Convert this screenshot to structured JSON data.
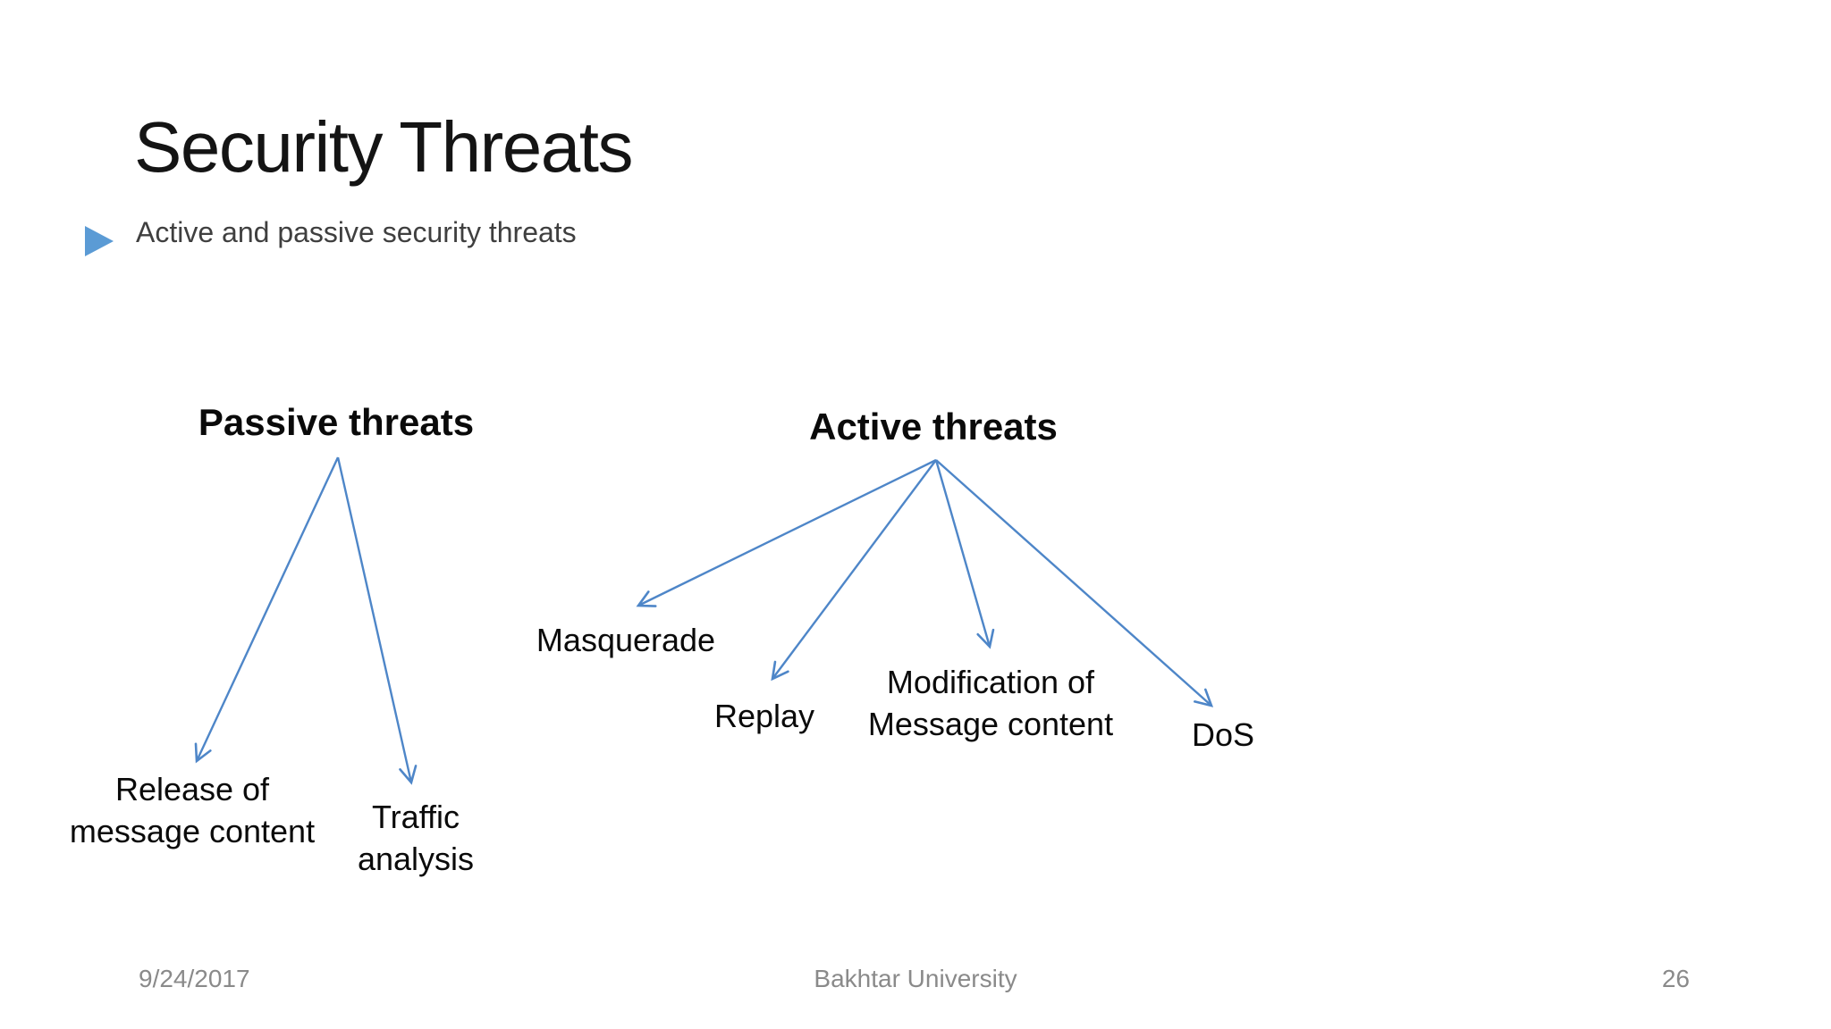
{
  "slide": {
    "title": "Security Threats",
    "bullet_text": "Active and passive security threats"
  },
  "diagram": {
    "passive": {
      "label": "Passive threats",
      "children": [
        {
          "label": "Release of\nmessage content"
        },
        {
          "label": "Traffic\nanalysis"
        }
      ]
    },
    "active": {
      "label": "Active threats",
      "children": [
        {
          "label": "Masquerade"
        },
        {
          "label": "Replay"
        },
        {
          "label": "Modification of\nMessage content"
        },
        {
          "label": "DoS"
        }
      ]
    },
    "edges": [
      {
        "from": "Passive threats",
        "to": "Release of message content"
      },
      {
        "from": "Passive threats",
        "to": "Traffic analysis"
      },
      {
        "from": "Active threats",
        "to": "Masquerade"
      },
      {
        "from": "Active threats",
        "to": "Replay"
      },
      {
        "from": "Active threats",
        "to": "Modification of Message content"
      },
      {
        "from": "Active threats",
        "to": "DoS"
      }
    ]
  },
  "footer": {
    "date": "9/24/2017",
    "center": "Bakhtar University",
    "page": "26"
  },
  "colors": {
    "background": "#FFFFFF",
    "title_text": "#141414",
    "body_text": "#3F3F3F",
    "label_text": "#0A0A0A",
    "footer_text": "#8A8A8A",
    "bullet_triangle": "#5B9BD5",
    "arrow": "#4E86C8"
  }
}
